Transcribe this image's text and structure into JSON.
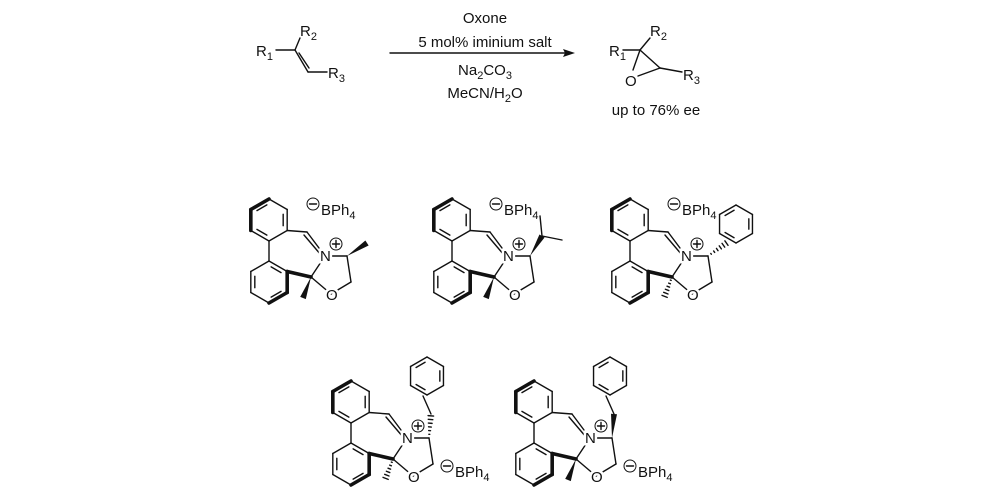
{
  "reaction": {
    "substrate": {
      "r1": "R",
      "r1_sub": "1",
      "r2": "R",
      "r2_sub": "2",
      "r3": "R",
      "r3_sub": "3"
    },
    "conditions": {
      "line1": "Oxone",
      "line2": "5 mol% iminium salt",
      "line3_a": "Na",
      "line3_b": "2",
      "line3_c": "CO",
      "line3_d": "3",
      "line4_a": "MeCN/H",
      "line4_b": "2",
      "line4_c": "O"
    },
    "product": {
      "r1": "R",
      "r1_sub": "1",
      "r2": "R",
      "r2_sub": "2",
      "r3": "R",
      "r3_sub": "3",
      "oxygen": "O",
      "ee_note": "up to 76% ee"
    }
  },
  "atoms": {
    "nitrogen": "N",
    "oxygen": "O",
    "counterion": "BPh",
    "counterion_sub": "4",
    "plus": "+",
    "minus": "−"
  },
  "catalysts": [
    {
      "id": "cat-1",
      "c4_substituent": "methyl",
      "stereo": "wedge",
      "counterion_position": "top"
    },
    {
      "id": "cat-2",
      "c4_substituent": "isopropyl",
      "stereo": "wedge",
      "counterion_position": "top"
    },
    {
      "id": "cat-3",
      "c4_substituent": "phenyl",
      "stereo": "hash",
      "counterion_position": "top"
    },
    {
      "id": "cat-4",
      "c4_substituent": "benzyl",
      "stereo": "hash",
      "counterion_position": "bottom"
    },
    {
      "id": "cat-5",
      "c4_substituent": "benzyl",
      "stereo": "wedge",
      "counterion_position": "bottom"
    }
  ]
}
